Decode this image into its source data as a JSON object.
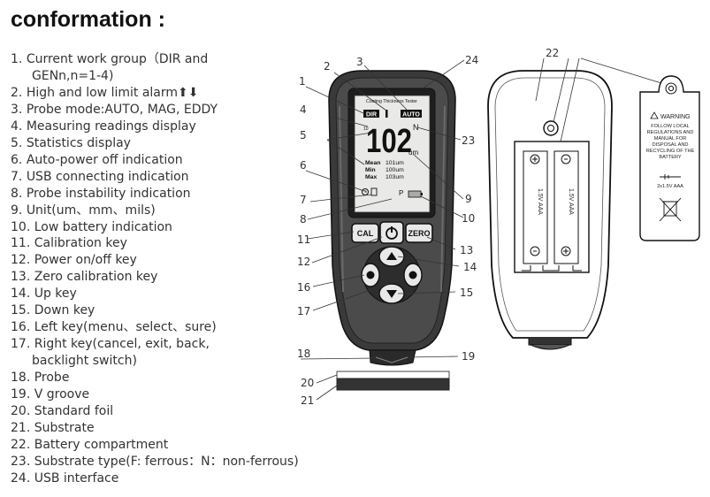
{
  "title": "conformation :",
  "legend": [
    {
      "n": "1.",
      "text": "Current work group（DIR and"
    },
    {
      "n": "",
      "text": "GENn,n=1-4)"
    },
    {
      "n": "2.",
      "text": "High and low limit alarm⬆⬇"
    },
    {
      "n": "3.",
      "text": "Probe mode:AUTO, MAG, EDDY"
    },
    {
      "n": "4.",
      "text": "Measuring readings display"
    },
    {
      "n": "5.",
      "text": "Statistics display"
    },
    {
      "n": "6.",
      "text": "Auto-power off indication"
    },
    {
      "n": "7.",
      "text": "USB connecting indication"
    },
    {
      "n": "8.",
      "text": "Probe instability indication"
    },
    {
      "n": "9.",
      "text": "Unit(um、mm、mils)"
    },
    {
      "n": "10.",
      "text": "Low battery indication"
    },
    {
      "n": "11.",
      "text": "Calibration key"
    },
    {
      "n": "12.",
      "text": "Power on/off key"
    },
    {
      "n": "13.",
      "text": "Zero calibration key"
    },
    {
      "n": "14.",
      "text": "Up key"
    },
    {
      "n": "15.",
      "text": "Down key"
    },
    {
      "n": "16.",
      "text": "Left key(menu、select、sure)"
    },
    {
      "n": "17.",
      "text": "Right key(cancel, exit, back,"
    },
    {
      "n": "",
      "text": "backlight switch)"
    },
    {
      "n": "18.",
      "text": "Probe"
    },
    {
      "n": "19.",
      "text": "V groove"
    },
    {
      "n": "20.",
      "text": "Standard foil"
    },
    {
      "n": "21.",
      "text": "Substrate"
    },
    {
      "n": "22.",
      "text": "Battery compartment"
    },
    {
      "n": "23.",
      "text": "Substrate type(F: ferrous：N：non-ferrous)"
    },
    {
      "n": "24.",
      "text": "USB interface"
    }
  ],
  "callouts": {
    "c1": "1",
    "c2": "2",
    "c3": "3",
    "c4": "4",
    "c5": "5",
    "c6": "6",
    "c7": "7",
    "c8": "8",
    "c9": "9",
    "c10": "10",
    "c11": "11",
    "c12": "12",
    "c13": "13",
    "c14": "14",
    "c15": "15",
    "c16": "16",
    "c17": "17",
    "c18": "18",
    "c19": "19",
    "c20": "20",
    "c21": "21",
    "c22": "22",
    "c23": "23",
    "c24": "24"
  },
  "screen": {
    "header": "Coating Thickness Tester",
    "group": "DIR",
    "mode": "AUTO",
    "subscript": "10",
    "reading": "102",
    "substrate": "N",
    "unit": "um",
    "mean_label": "Mean",
    "mean_value": "101um",
    "min_label": "Min",
    "min_value": "100um",
    "max_label": "Max",
    "max_value": "103um",
    "usb_glyph": "P"
  },
  "keys": {
    "cal": "CAL",
    "zero": "ZERO"
  },
  "battery": {
    "label_left": "1.5V AAA",
    "label_right": "1.5V AAA"
  },
  "cover": {
    "warning": "WARNING",
    "lines": [
      "FOLLOW LOCAL",
      "REGULATIONS AND",
      "MANUAL FOR",
      "DISPOSAL AND",
      "RECYCLING OF THE",
      "BATTERY"
    ],
    "spec": "2x1.5V AAA"
  },
  "colors": {
    "body": "#3a3a3a",
    "screen": "#e9eae7",
    "ink": "#111111"
  }
}
